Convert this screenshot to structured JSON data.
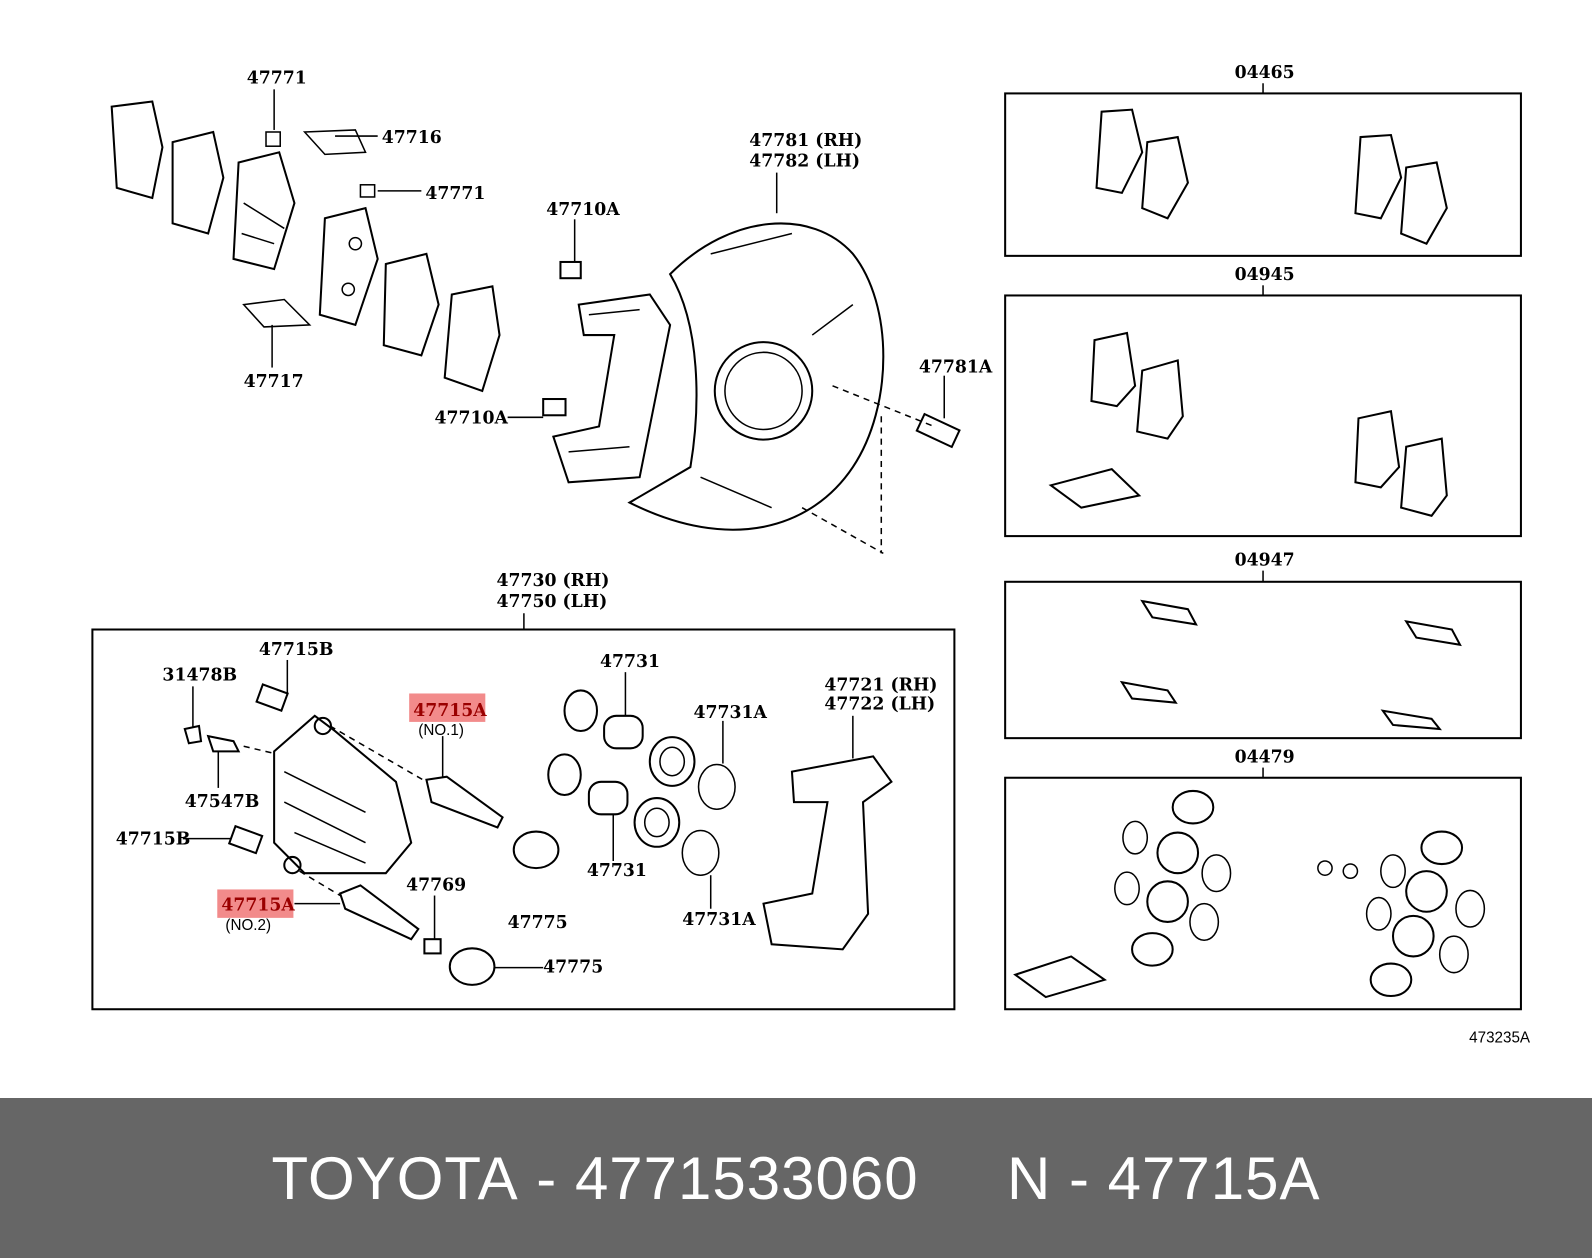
{
  "diagram": {
    "labels": {
      "p47771_top": "47771",
      "p47716": "47716",
      "p47771_mid": "47771",
      "p47717": "47717",
      "p47710a_top": "47710A",
      "p47710a_bot": "47710A",
      "p47781_rh": "47781 (RH)",
      "p47782_lh": "47782 (LH)",
      "p47781a": "47781A",
      "p47730_rh": "47730 (RH)",
      "p47750_lh": "47750 (LH)",
      "p47715b_top": "47715B",
      "p31478b": "31478B",
      "p47547b": "47547B",
      "p47715b_left": "47715B",
      "p47715a_no1": "47715A",
      "no1": "(NO.1)",
      "p47715a_no2": "47715A",
      "no2": "(NO.2)",
      "p47769": "47769",
      "p47775_a": "47775",
      "p47775_b": "47775",
      "p47731_top": "47731",
      "p47731_bot": "47731",
      "p47731a_top": "47731A",
      "p47731a_bot": "47731A",
      "p47721_rh": "47721 (RH)",
      "p47722_lh": "47722 (LH)",
      "kit_04465": "04465",
      "kit_04945": "04945",
      "kit_04947": "04947",
      "kit_04479": "04479",
      "ref_code": "473235A"
    },
    "highlight_color": "#f28b8b"
  },
  "banner": {
    "brand": "TOYOTA",
    "sep1": " - ",
    "part_number": "4771533060",
    "gap": "     ",
    "prefix": "N",
    "sep2": " - ",
    "ref": "47715A"
  }
}
